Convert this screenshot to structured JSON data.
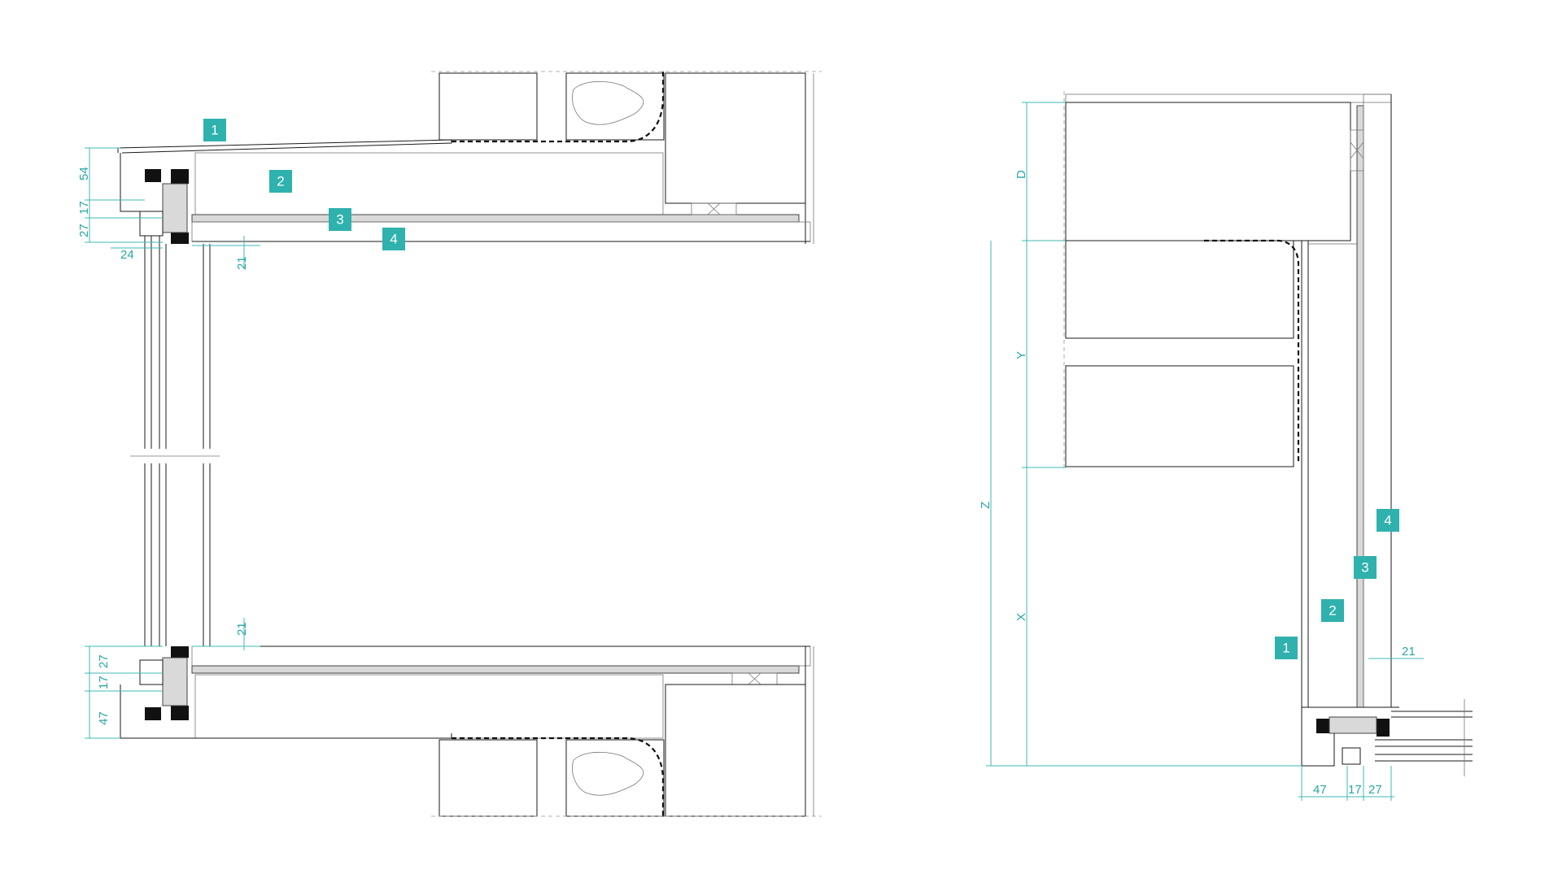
{
  "colors": {
    "accent": "#2fb1ad",
    "dimension": "#3fb8b4",
    "line": "#1a1a1a"
  },
  "left_detail": {
    "labels": [
      "1",
      "2",
      "3",
      "4"
    ],
    "dims_top": [
      "54",
      "17",
      "27",
      "24",
      "21"
    ],
    "dims_bottom": [
      "21",
      "27",
      "17",
      "47"
    ]
  },
  "right_detail": {
    "zone_labels": [
      "D",
      "Y",
      "Z",
      "X"
    ],
    "labels": [
      "4",
      "3",
      "2",
      "1"
    ],
    "dims": [
      "21",
      "47",
      "17",
      "27"
    ]
  }
}
